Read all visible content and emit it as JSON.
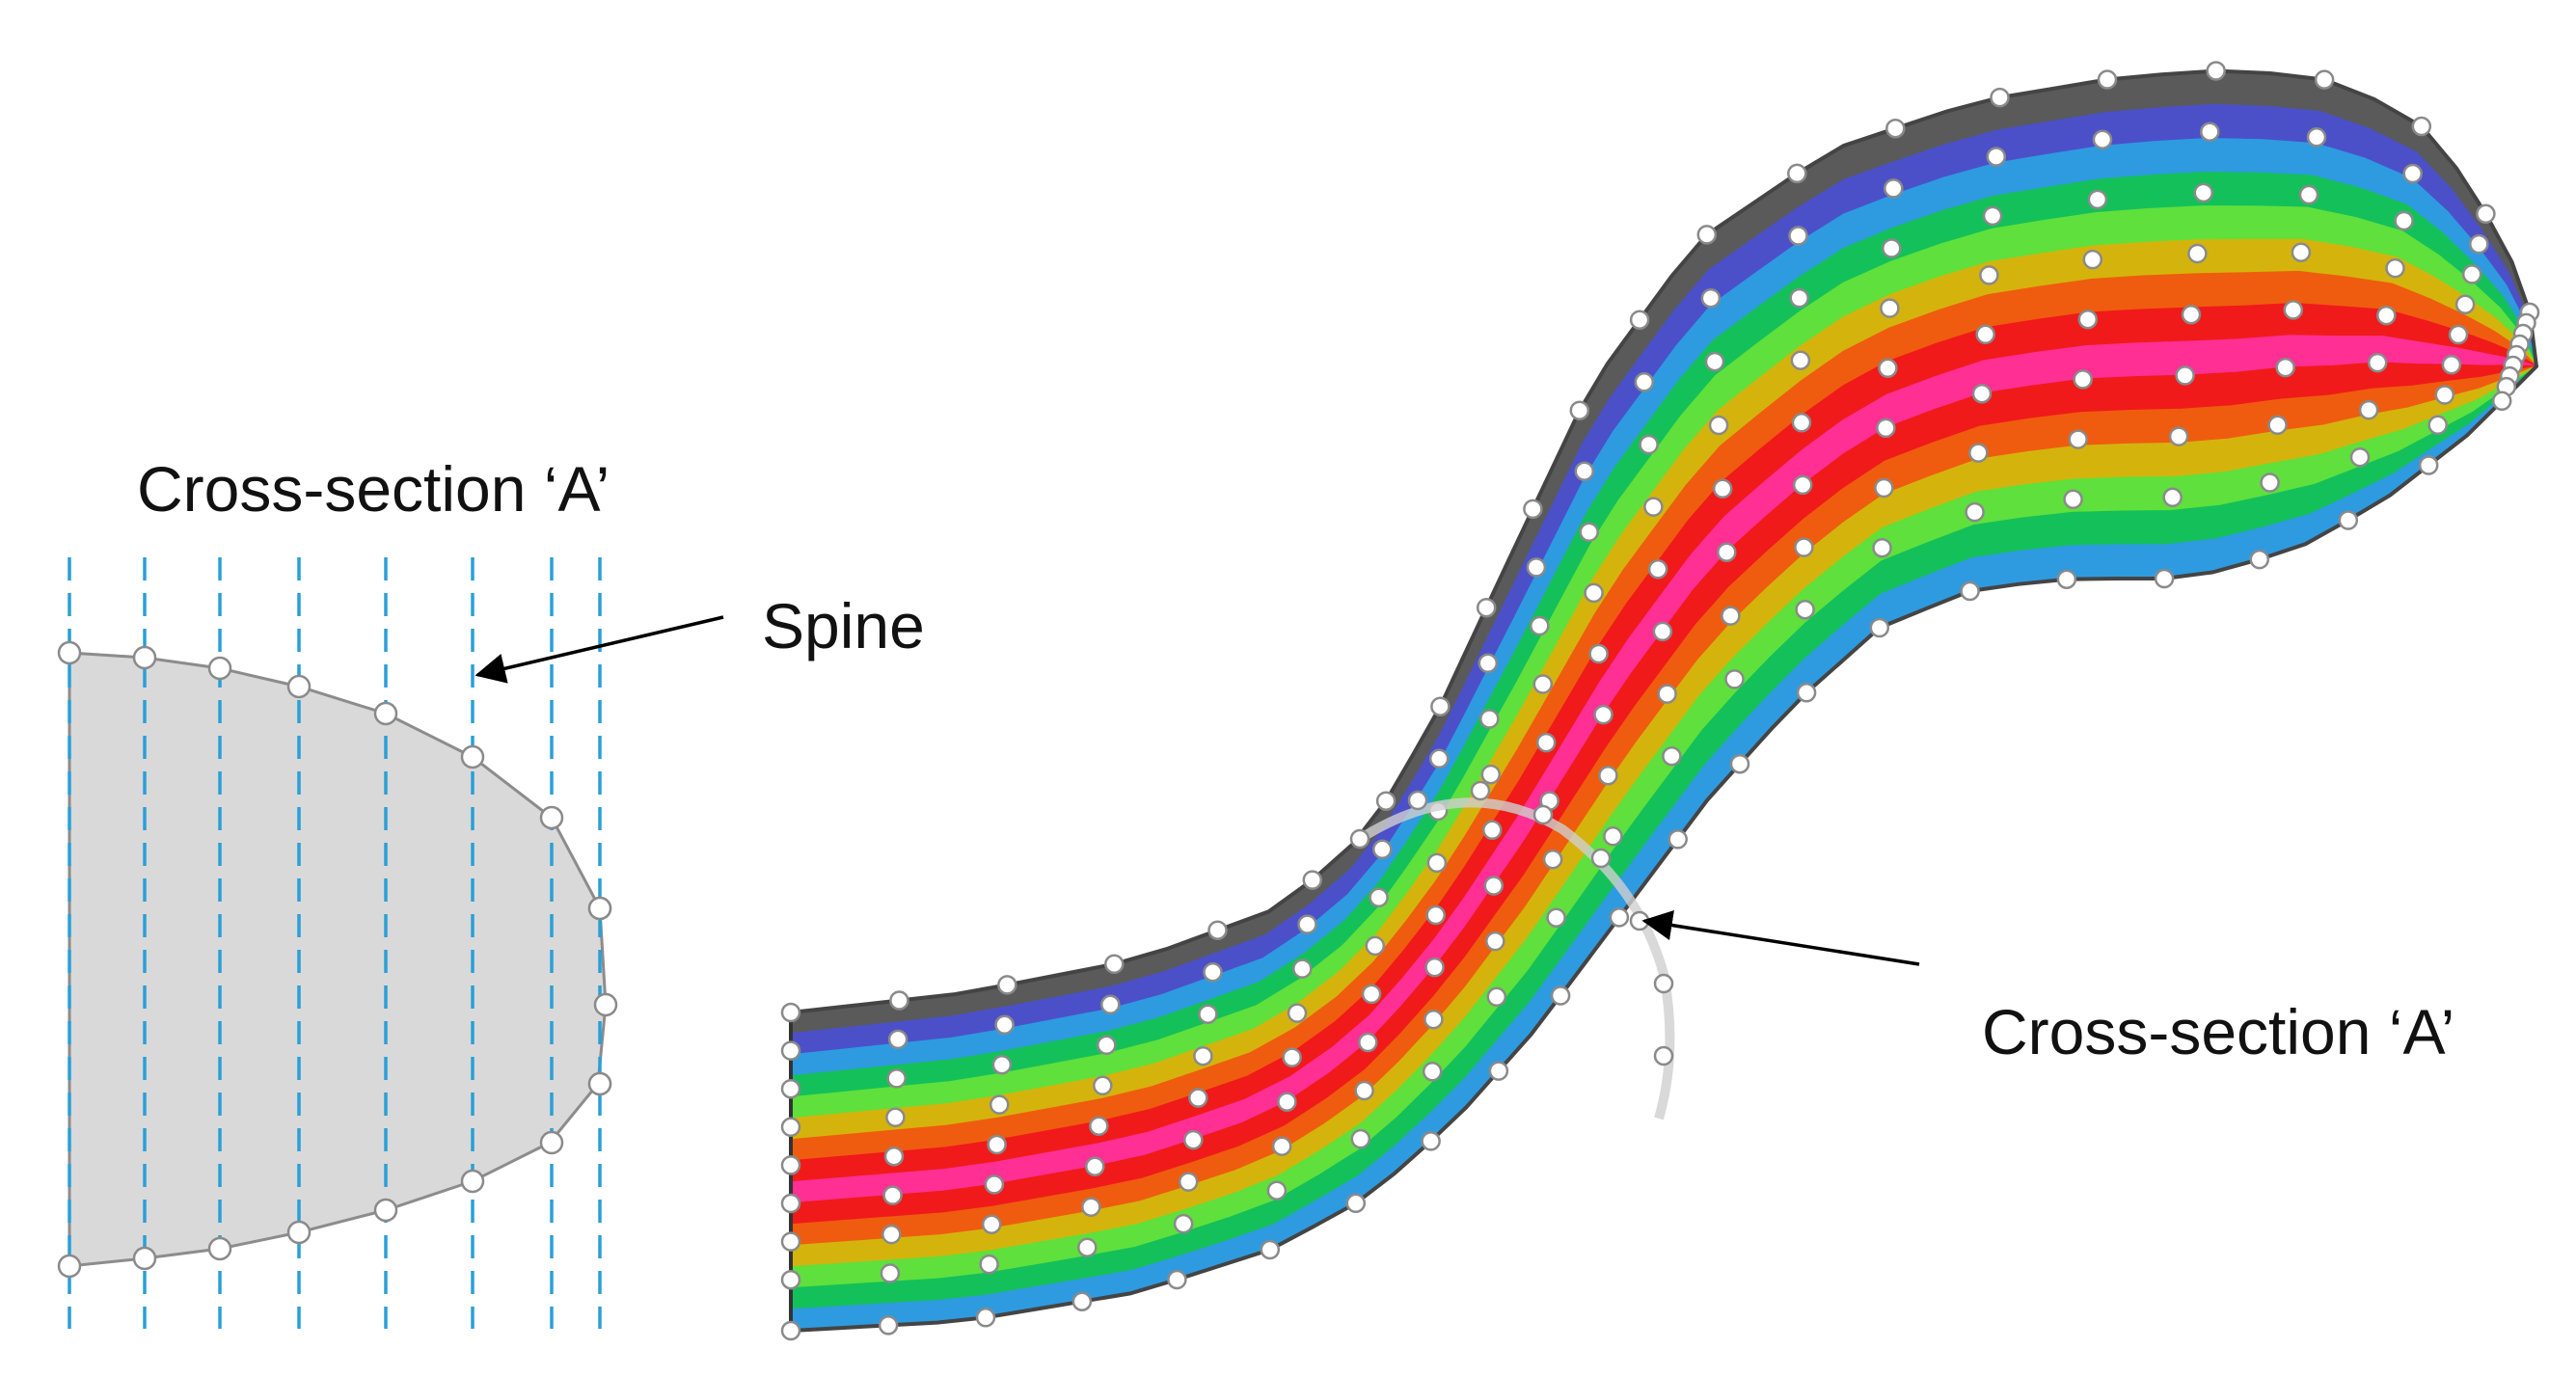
{
  "labels": {
    "cross_section_left": "Cross-section ‘A’",
    "spine": "Spine",
    "cross_section_right": "Cross-section ‘A’"
  },
  "colors": {
    "section_fill": "#d9d9d9",
    "section_outline": "#8c8c8c",
    "spine_dash": "#2a9fd8",
    "node_fill": "#ffffff",
    "node_stroke": "#8a8a8a",
    "arrow": "#000000",
    "bands": [
      "#5a5a5a",
      "#4b50c9",
      "#2e9be0",
      "#14c05a",
      "#5fe03c",
      "#d4b40c",
      "#ef5c0f",
      "#f01a1a",
      "#ff2f94",
      "#f01a1a",
      "#ef5c0f",
      "#d4b40c",
      "#5fe03c",
      "#14c05a",
      "#2e9be0"
    ]
  }
}
